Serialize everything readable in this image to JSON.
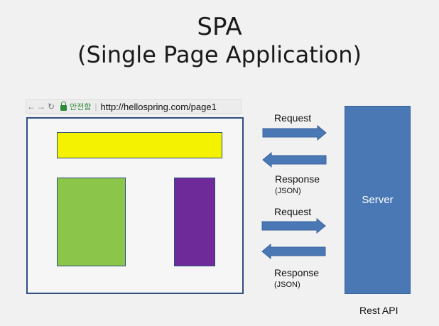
{
  "title": {
    "line1": "SPA",
    "line2": "(Single Page Application)"
  },
  "browser": {
    "back_icon": "←",
    "forward_icon": "→",
    "reload_icon": "↻",
    "secure_label": "안전함",
    "url": "http://hellospring.com/page1"
  },
  "flows": [
    {
      "label": "Request",
      "direction": "right"
    },
    {
      "label": "Response",
      "sub": "(JSON)",
      "direction": "left"
    },
    {
      "label": "Request",
      "direction": "right"
    },
    {
      "label": "Response",
      "sub": "(JSON)",
      "direction": "left"
    }
  ],
  "server": {
    "label": "Server",
    "caption": "Rest API"
  },
  "colors": {
    "yellow_block": "#f5f200",
    "green_block": "#8bc64a",
    "purple_block": "#6f2a9a",
    "server": "#4a78b5",
    "arrow": "#4a78b5"
  }
}
